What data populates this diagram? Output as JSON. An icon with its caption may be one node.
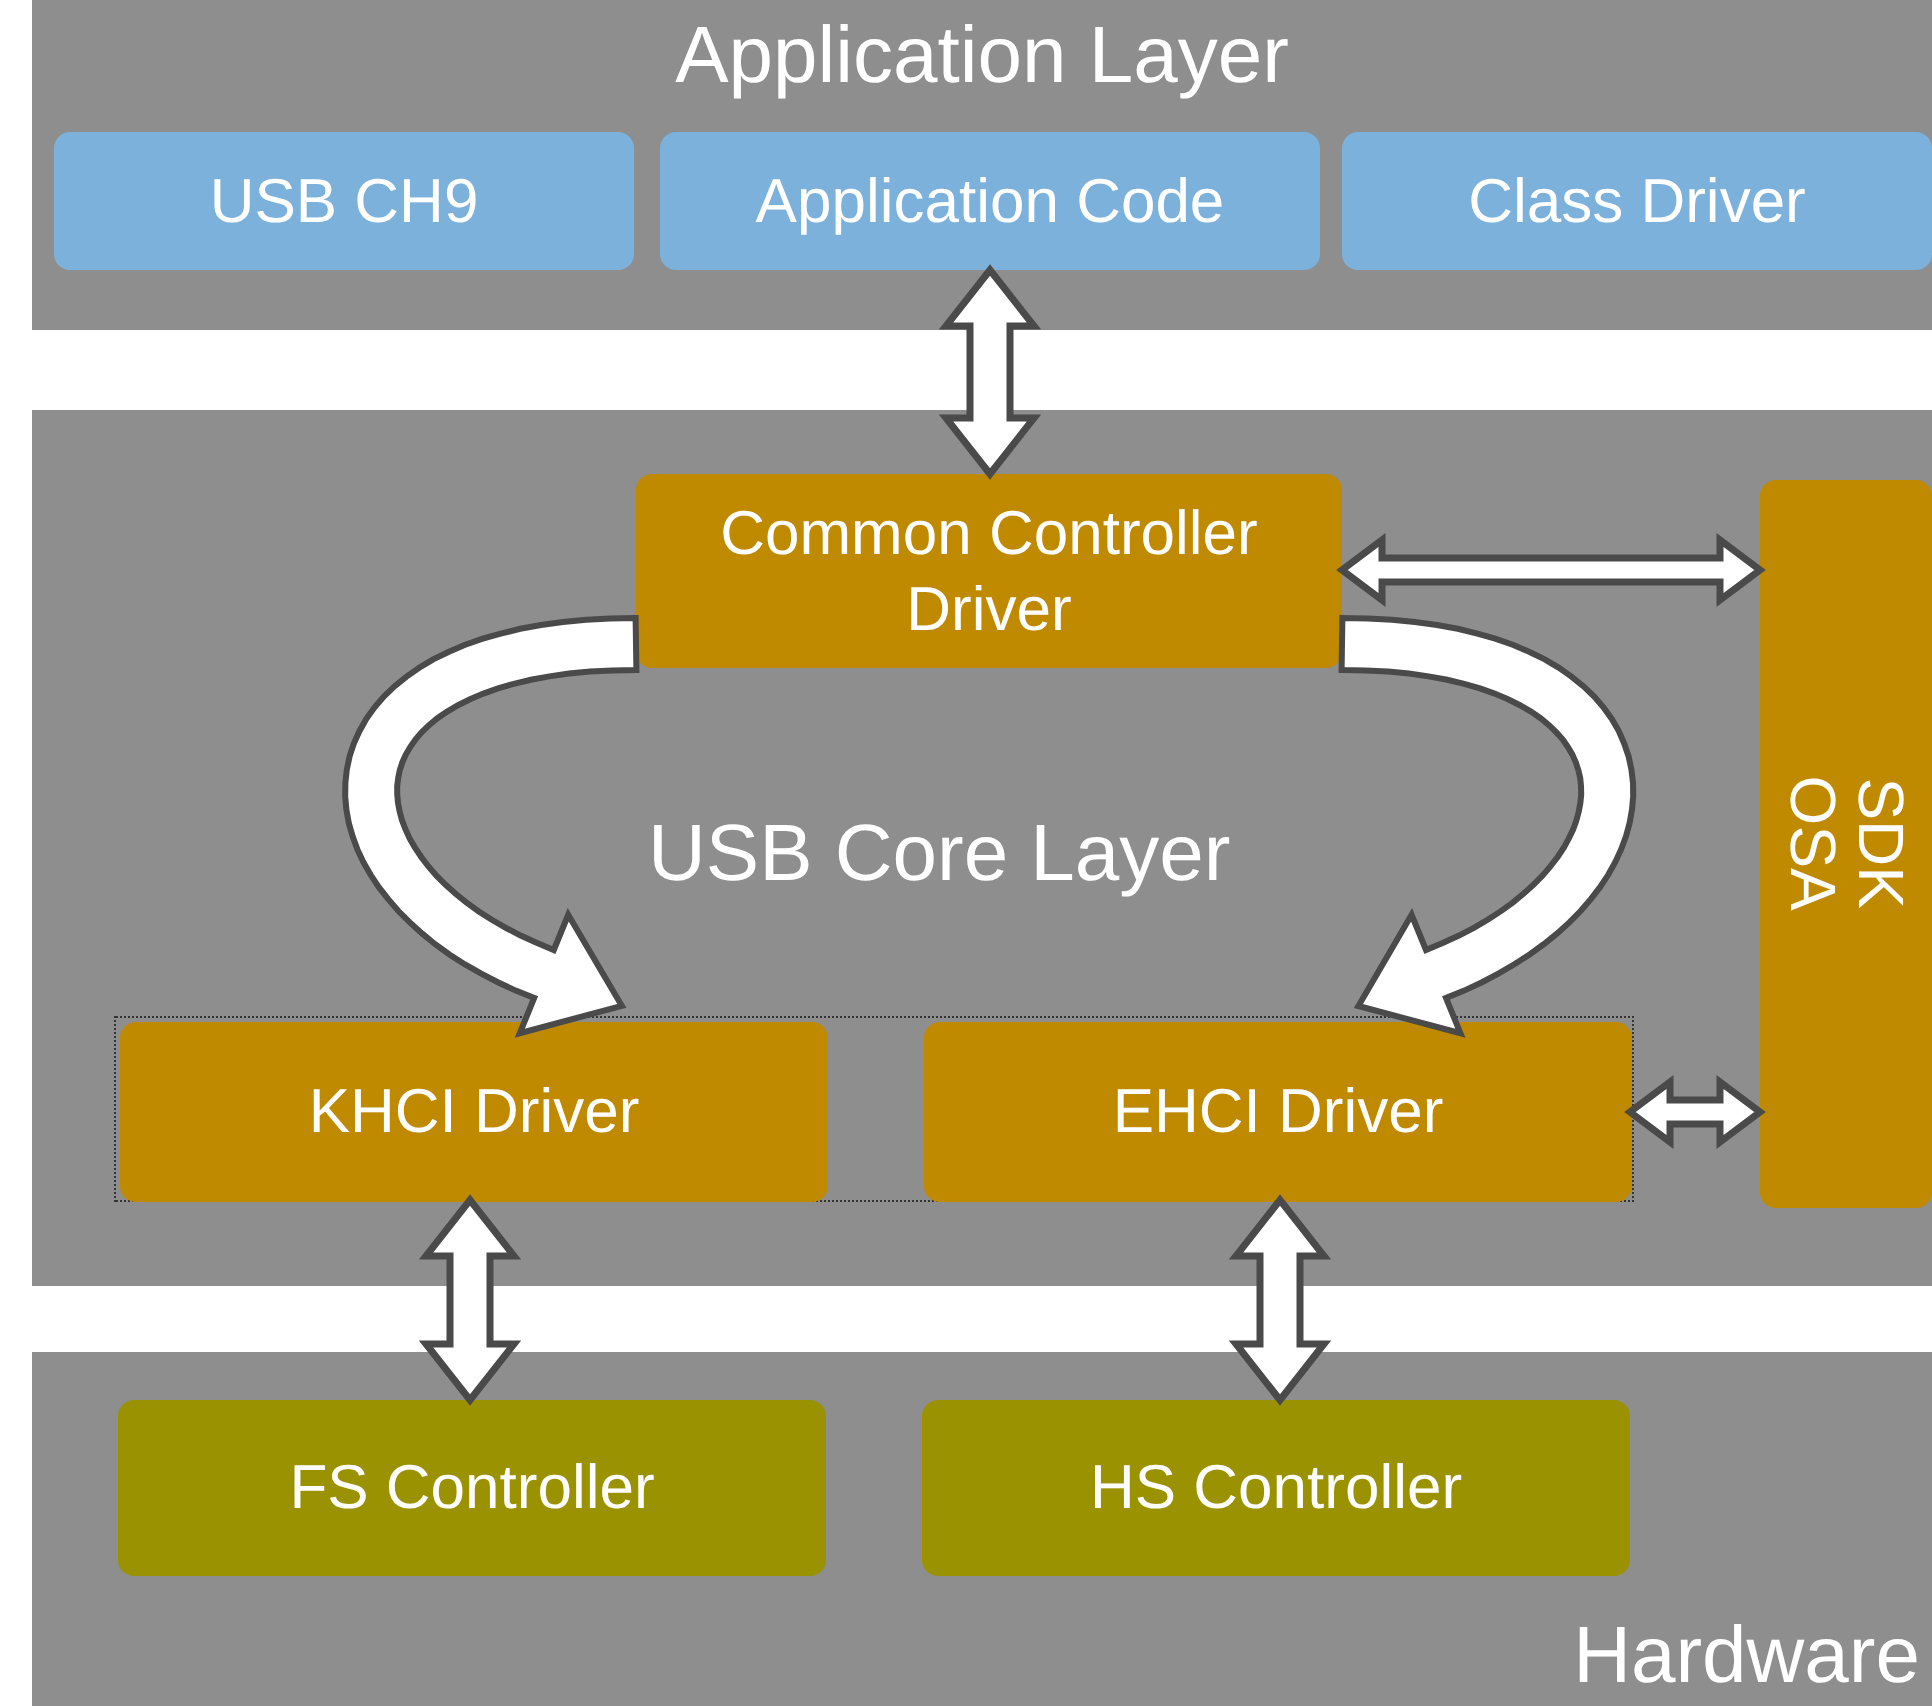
{
  "diagram": {
    "nodes": [
      {
        "text": [
          "Application Layer"
        ]
      },
      {
        "text": [
          "USB CH9"
        ],
        "in": 0
      },
      {
        "text": [
          "Application Code"
        ],
        "in": 0
      },
      {
        "text": [
          "Class Driver"
        ],
        "in": 0
      },
      {
        "text": [
          "USB Core Layer"
        ]
      },
      {
        "text": [
          "Common Controller Driver"
        ],
        "in": 4
      },
      {
        "text": [
          "SDK OSA"
        ],
        "in": 4
      },
      {
        "text": [],
        "shape": "box",
        "in": 4
      },
      {
        "text": [
          "KHCI Driver"
        ],
        "in": 7
      },
      {
        "text": [
          "EHCI Driver"
        ],
        "in": 7
      },
      {
        "text": [
          "Hardware"
        ]
      },
      {
        "text": [
          "FS Controller"
        ],
        "in": 10
      },
      {
        "text": [
          "HS Controller"
        ],
        "in": 10
      }
    ],
    "edges": [
      {
        "from": 2,
        "to": 5,
        "arrow": "both"
      },
      {
        "from": 5,
        "to": 6,
        "arrow": "both"
      },
      {
        "from": 9,
        "to": 6,
        "arrow": "both"
      },
      {
        "from": 8,
        "to": 11,
        "arrow": "both"
      },
      {
        "from": 9,
        "to": 12,
        "arrow": "both"
      },
      {
        "from": 5,
        "to": 8,
        "arrow": "to"
      },
      {
        "from": 5,
        "to": 9,
        "arrow": "to"
      }
    ]
  }
}
